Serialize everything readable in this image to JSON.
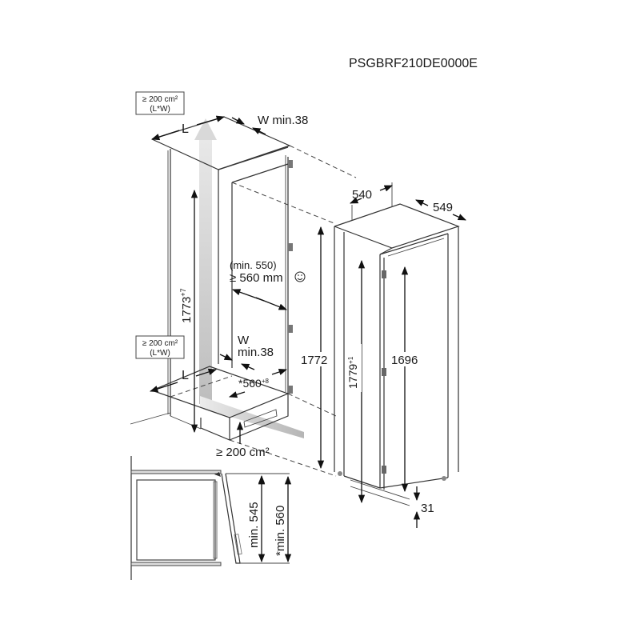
{
  "model_code": "PSGBRF210DE0000E",
  "vent_top": {
    "area_label": "≥ 200 cm²",
    "formula": "(L*W)",
    "length_label": "L",
    "width_label": "W min.38"
  },
  "vent_bottom": {
    "area_label": "≥ 200 cm²",
    "formula": "(L*W)",
    "length_label": "L",
    "width_w": "W",
    "width_min": "min.38"
  },
  "niche": {
    "height": "1773",
    "height_tol": "+7",
    "depth_min": "(min. 550)",
    "depth_recommended": "≥ 560 mm",
    "width": "*560",
    "width_tol": "+8",
    "plinth_vent": "≥ 200 cm²",
    "overall_height": "1772"
  },
  "appliance": {
    "width": "540",
    "depth": "549",
    "height": "1779",
    "height_tol": "+1",
    "door_height": "1696",
    "foot_clearance": "31"
  },
  "side_view": {
    "min_depth_a": "min. 545",
    "min_depth_b": "*min. 560"
  },
  "colors": {
    "line": "#333333",
    "airflow": "#c8c8c8",
    "text": "#1a1a1a"
  }
}
